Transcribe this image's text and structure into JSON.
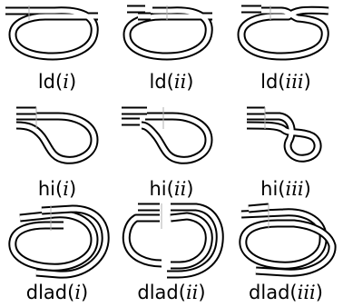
{
  "figure": {
    "rows": [
      {
        "prefix": "ld",
        "cells": [
          {
            "prefix": "ld",
            "arg": "i",
            "variant": "ld-i"
          },
          {
            "prefix": "ld",
            "arg": "ii",
            "variant": "ld-ii"
          },
          {
            "prefix": "ld",
            "arg": "iii",
            "variant": "ld-iii"
          }
        ]
      },
      {
        "prefix": "hi",
        "cells": [
          {
            "prefix": "hi",
            "arg": "i",
            "variant": "hi-i"
          },
          {
            "prefix": "hi",
            "arg": "ii",
            "variant": "hi-ii"
          },
          {
            "prefix": "hi",
            "arg": "iii",
            "variant": "hi-iii"
          }
        ]
      },
      {
        "prefix": "dlad",
        "cells": [
          {
            "prefix": "dlad",
            "arg": "i",
            "variant": "dlad-i"
          },
          {
            "prefix": "dlad",
            "arg": "ii",
            "variant": "dlad-ii"
          },
          {
            "prefix": "dlad",
            "arg": "iii",
            "variant": "dlad-iii"
          }
        ]
      }
    ],
    "colors": {
      "stroke": "#000000",
      "fill": "#ffffff",
      "tick": "#b0b0b0"
    }
  }
}
